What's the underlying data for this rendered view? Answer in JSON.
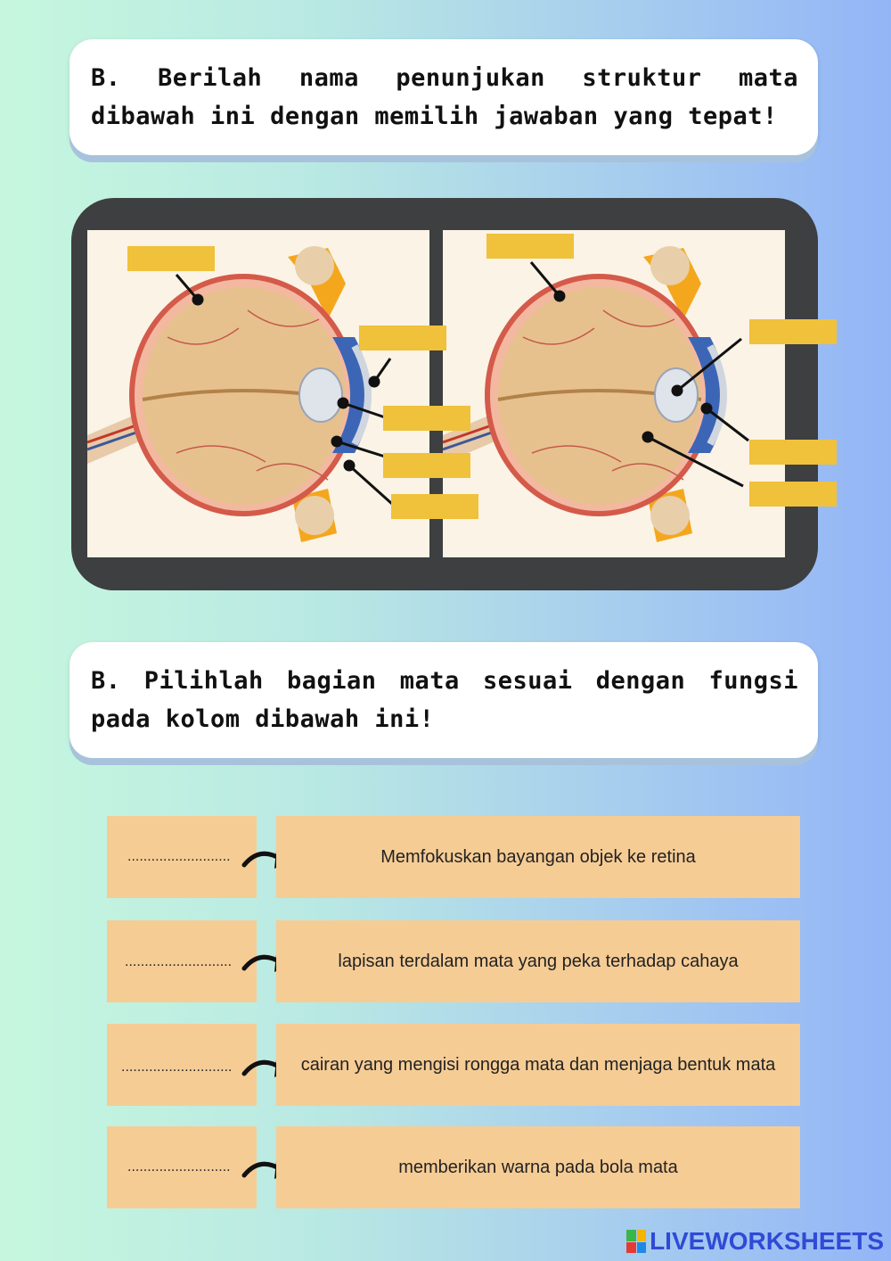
{
  "section1": {
    "instruction": "B. Berilah nama penunjukan struktur mata dibawah ini dengan memilih jawaban yang tepat!"
  },
  "section2": {
    "instruction": "B. Pilihlah bagian mata sesuai dengan fungsi pada kolom dibawah ini!"
  },
  "matching": [
    {
      "blank": "..........................",
      "description": "Memfokuskan bayangan objek ke retina"
    },
    {
      "blank": "...........................",
      "description": "lapisan terdalam mata yang peka terhadap cahaya"
    },
    {
      "blank": "............................",
      "description": "cairan yang mengisi rongga mata dan menjaga bentuk mata"
    },
    {
      "blank": "..........................",
      "description": "memberikan warna pada bola mata"
    }
  ],
  "brand": {
    "text": "LIVEWORKSHEETS"
  },
  "colors": {
    "label_box": "#f0c13a",
    "row_fill": "#f6cc95",
    "frame": "#3d3f40",
    "brand": "#2f4ad6"
  }
}
